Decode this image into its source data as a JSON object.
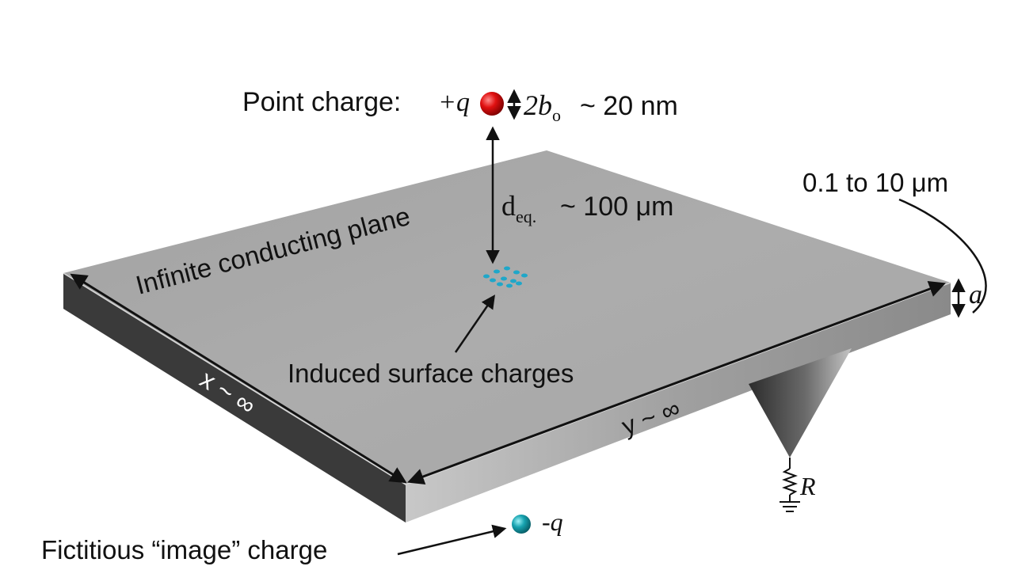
{
  "labels": {
    "point_charge": "Point charge:",
    "plus_q": "+q",
    "diameter_main": "2b",
    "diameter_sub": "o",
    "diameter_value": "~ 20 nm",
    "distance_main": "d",
    "distance_sub": "eq.",
    "distance_value": "~ 100 μm",
    "plane": "Infinite conducting plane",
    "thickness_range": "0.1 to 10 μm",
    "thickness_symbol": "a",
    "induced": "Induced surface charges",
    "x_dim": "x ~ ∞",
    "y_dim": "y ~ ∞",
    "resistor": "R",
    "minus_q": "-q",
    "image_charge": "Fictitious “image” charge"
  },
  "colors": {
    "plane_top": "#a9a9a9",
    "plane_side_left": "#3a3a3a",
    "plane_side_front": "#8c8c8c",
    "point_charge": "#d40000",
    "image_charge": "#159aa6",
    "induced_charges": "#1fa7c9"
  }
}
